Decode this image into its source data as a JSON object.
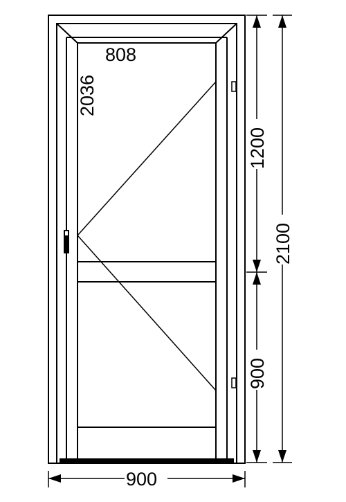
{
  "diagram": {
    "type": "door-elevation",
    "labels": {
      "sash_width": "808",
      "sash_height": "2036",
      "upper_height": "1200",
      "lower_height": "900",
      "total_height": "2100",
      "total_width": "900"
    },
    "colors": {
      "ink": "#000000",
      "background": "#ffffff"
    }
  }
}
